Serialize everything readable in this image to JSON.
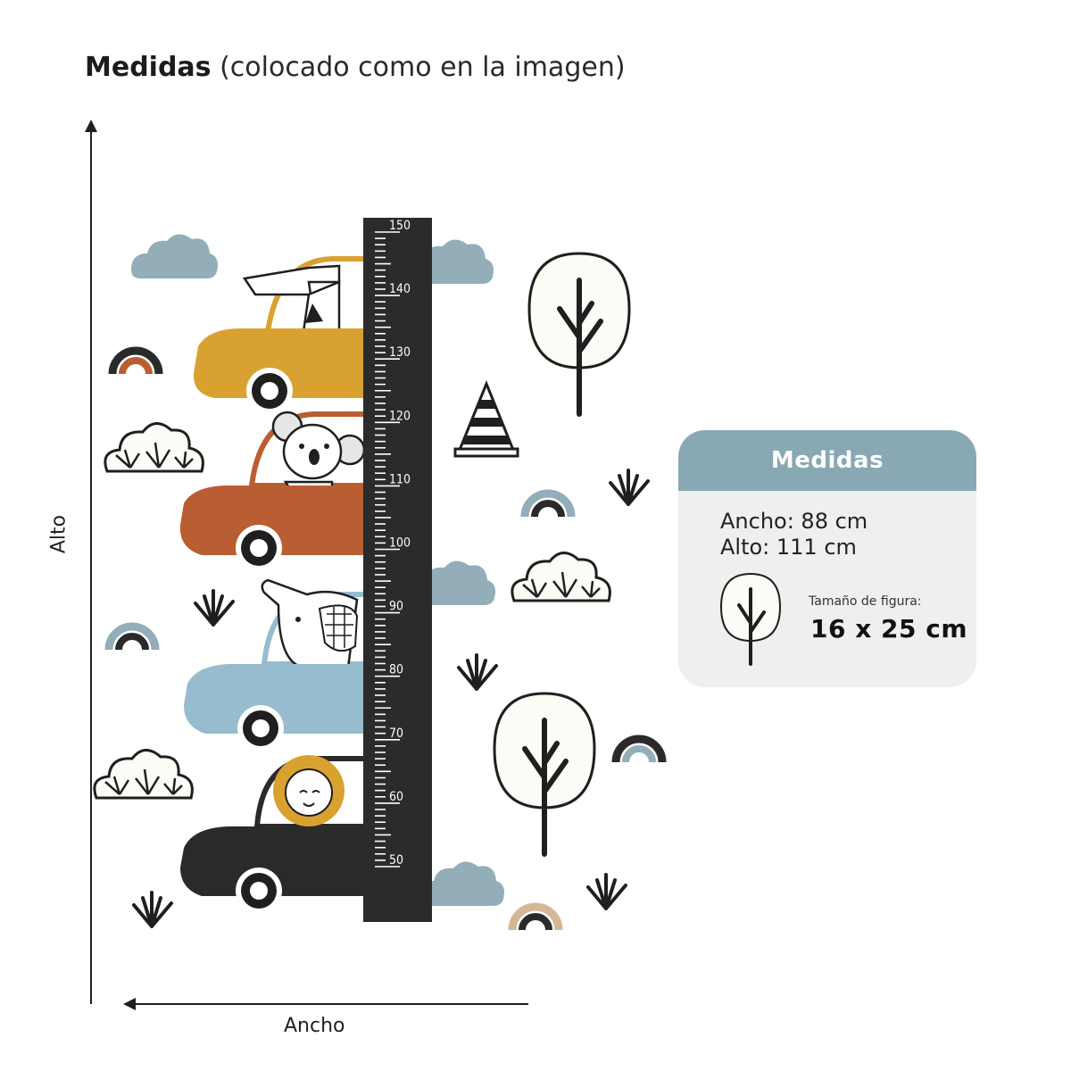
{
  "title": {
    "bold": "Medidas",
    "rest": "(colocado como en la imagen)"
  },
  "axes": {
    "vertical_label": "Alto",
    "horizontal_label": "Ancho"
  },
  "ruler": {
    "ticks": [
      "150",
      "140",
      "130",
      "120",
      "110",
      "100",
      "90",
      "80",
      "70",
      "60",
      "50"
    ]
  },
  "card": {
    "header": "Medidas",
    "ancho": "Ancho: 88 cm",
    "alto": "Alto: 111 cm",
    "figure_label": "Tamaño de figura:",
    "figure_size": "16 x 25 cm"
  },
  "colors": {
    "cloud": "#93adb9",
    "car_yellow": "#d9a230",
    "car_rust": "#b95e32",
    "car_blue": "#96bccd",
    "car_black": "#2a2a2a",
    "ruler": "#2b2b2b",
    "card_header": "#88a8b4",
    "card_bg": "#efefef"
  }
}
